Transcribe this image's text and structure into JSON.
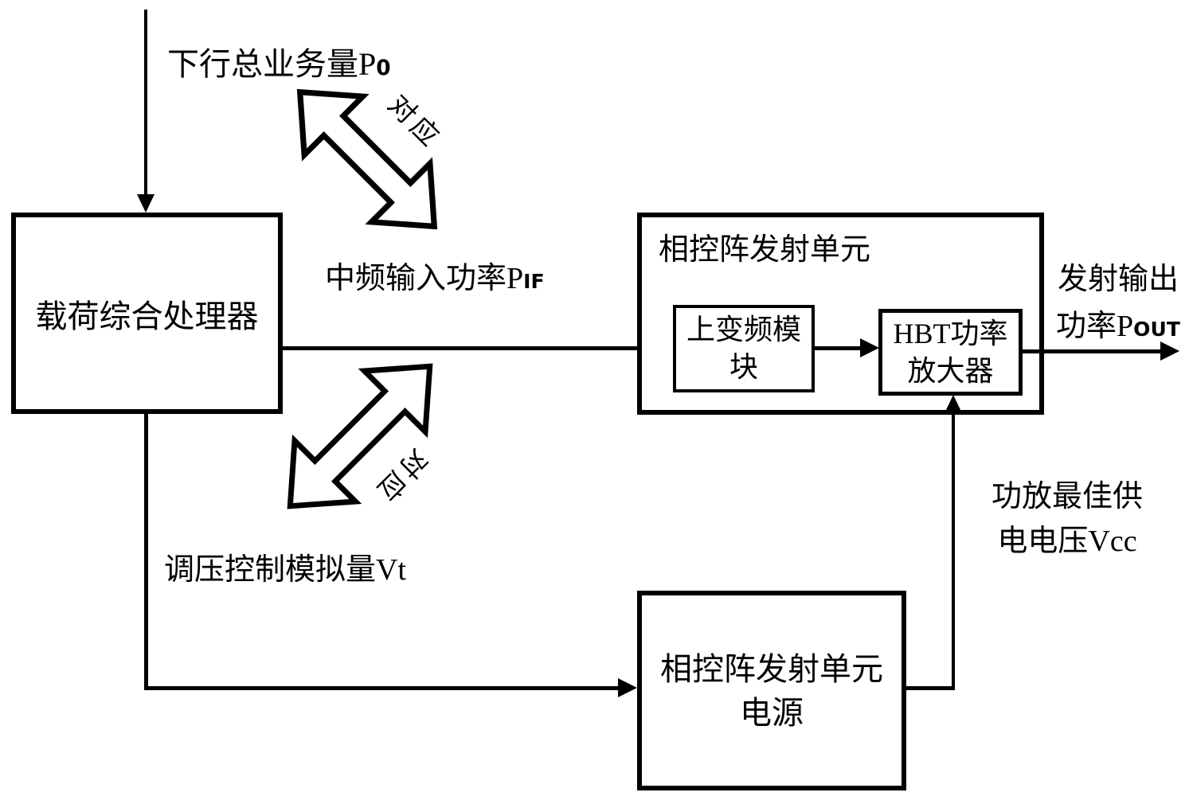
{
  "colors": {
    "background": "#ffffff",
    "line": "#000000"
  },
  "labels": {
    "downlink": {
      "main": "下行总业务量P",
      "sub": "0"
    },
    "if_power": {
      "main": "中频输入功率P",
      "sub": "IF"
    },
    "correspond_top": {
      "text": "对应"
    },
    "correspond_bottom": {
      "text": "对应"
    },
    "vt": {
      "text": "调压控制模拟量Vt"
    },
    "output_power": {
      "line1": "发射输出",
      "line2_main": "功率P",
      "line2_sub": "OUT"
    },
    "vcc": {
      "line1": "功放最佳供",
      "line2": "电电压Vcc"
    }
  },
  "boxes": {
    "payload_processor": {
      "label": "载荷综合处理器"
    },
    "phased_array_tx_unit": {
      "title": "相控阵发射单元"
    },
    "upconverter": {
      "line1": "上变频模",
      "line2": "块"
    },
    "hbt_amplifier": {
      "line1": "HBT功率",
      "line2": "放大器"
    },
    "tx_power_supply": {
      "line1": "相控阵发射单元",
      "line2": "电源"
    }
  }
}
